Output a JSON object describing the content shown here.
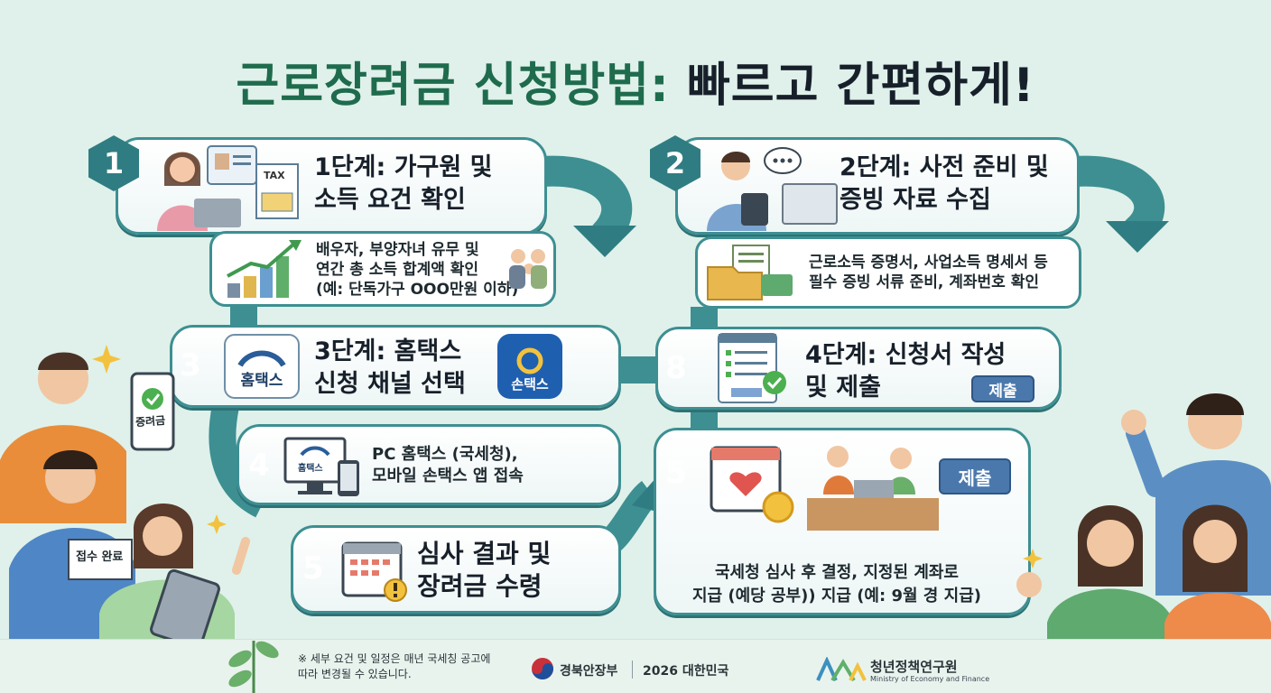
{
  "title": {
    "part1": "근로장려금 신청방법:",
    "part2": "빠르고 간편하게!"
  },
  "steps": [
    {
      "num": "1",
      "title": "1단계: 가구원 및\n소득 요건 확인",
      "desc": "배우자, 부양자녀 유무 및\n연간 총 소득 합계액 확인\n(예: 단독가구 OOO만원 이하)",
      "icon_label": "TAX"
    },
    {
      "num": "2",
      "title": "2단계: 사전 준비 및\n증빙 자료 수집",
      "desc": "근로소득 증명서, 사업소득 명세서 등\n필수 증빙 서류 준비, 계좌번호 확인"
    },
    {
      "num": "3",
      "title": "3단계: 홈택스\n신청 채널 선택",
      "app1": "홈택스",
      "app2": "손택스"
    },
    {
      "num": "8",
      "title": "4단계: 신청서 작성\n및 제출",
      "button": "제출"
    },
    {
      "num": "4",
      "desc": "PC 홈택스 (국세청),\n모바일 손택스 앱 접속",
      "screen_label": "홈택스"
    },
    {
      "num": "5",
      "desc": "국세청 심사 후 결정, 지정된 계좌로\n지급 (예당 공부)) 지급 (예: 9월 경 지급)",
      "button": "제출"
    },
    {
      "num": "5",
      "title": "심사 결과 및\n장려금 수령"
    }
  ],
  "people": {
    "phone_label": "증려금",
    "paper_label": "접수 완료"
  },
  "footer": {
    "note": "※ 세부 요건 및 일정은 매년 국세칭 공고에\n따라 변경될 수 있습니다.",
    "ministry": "경북안장부",
    "year": "2026 대한민국",
    "institute": "청년정책연구원",
    "institute_en": "Ministry of Economy and Finance"
  },
  "colors": {
    "accent": "#3d8f92",
    "title_green": "#1f6b4e",
    "button_blue": "#4a78ad"
  }
}
